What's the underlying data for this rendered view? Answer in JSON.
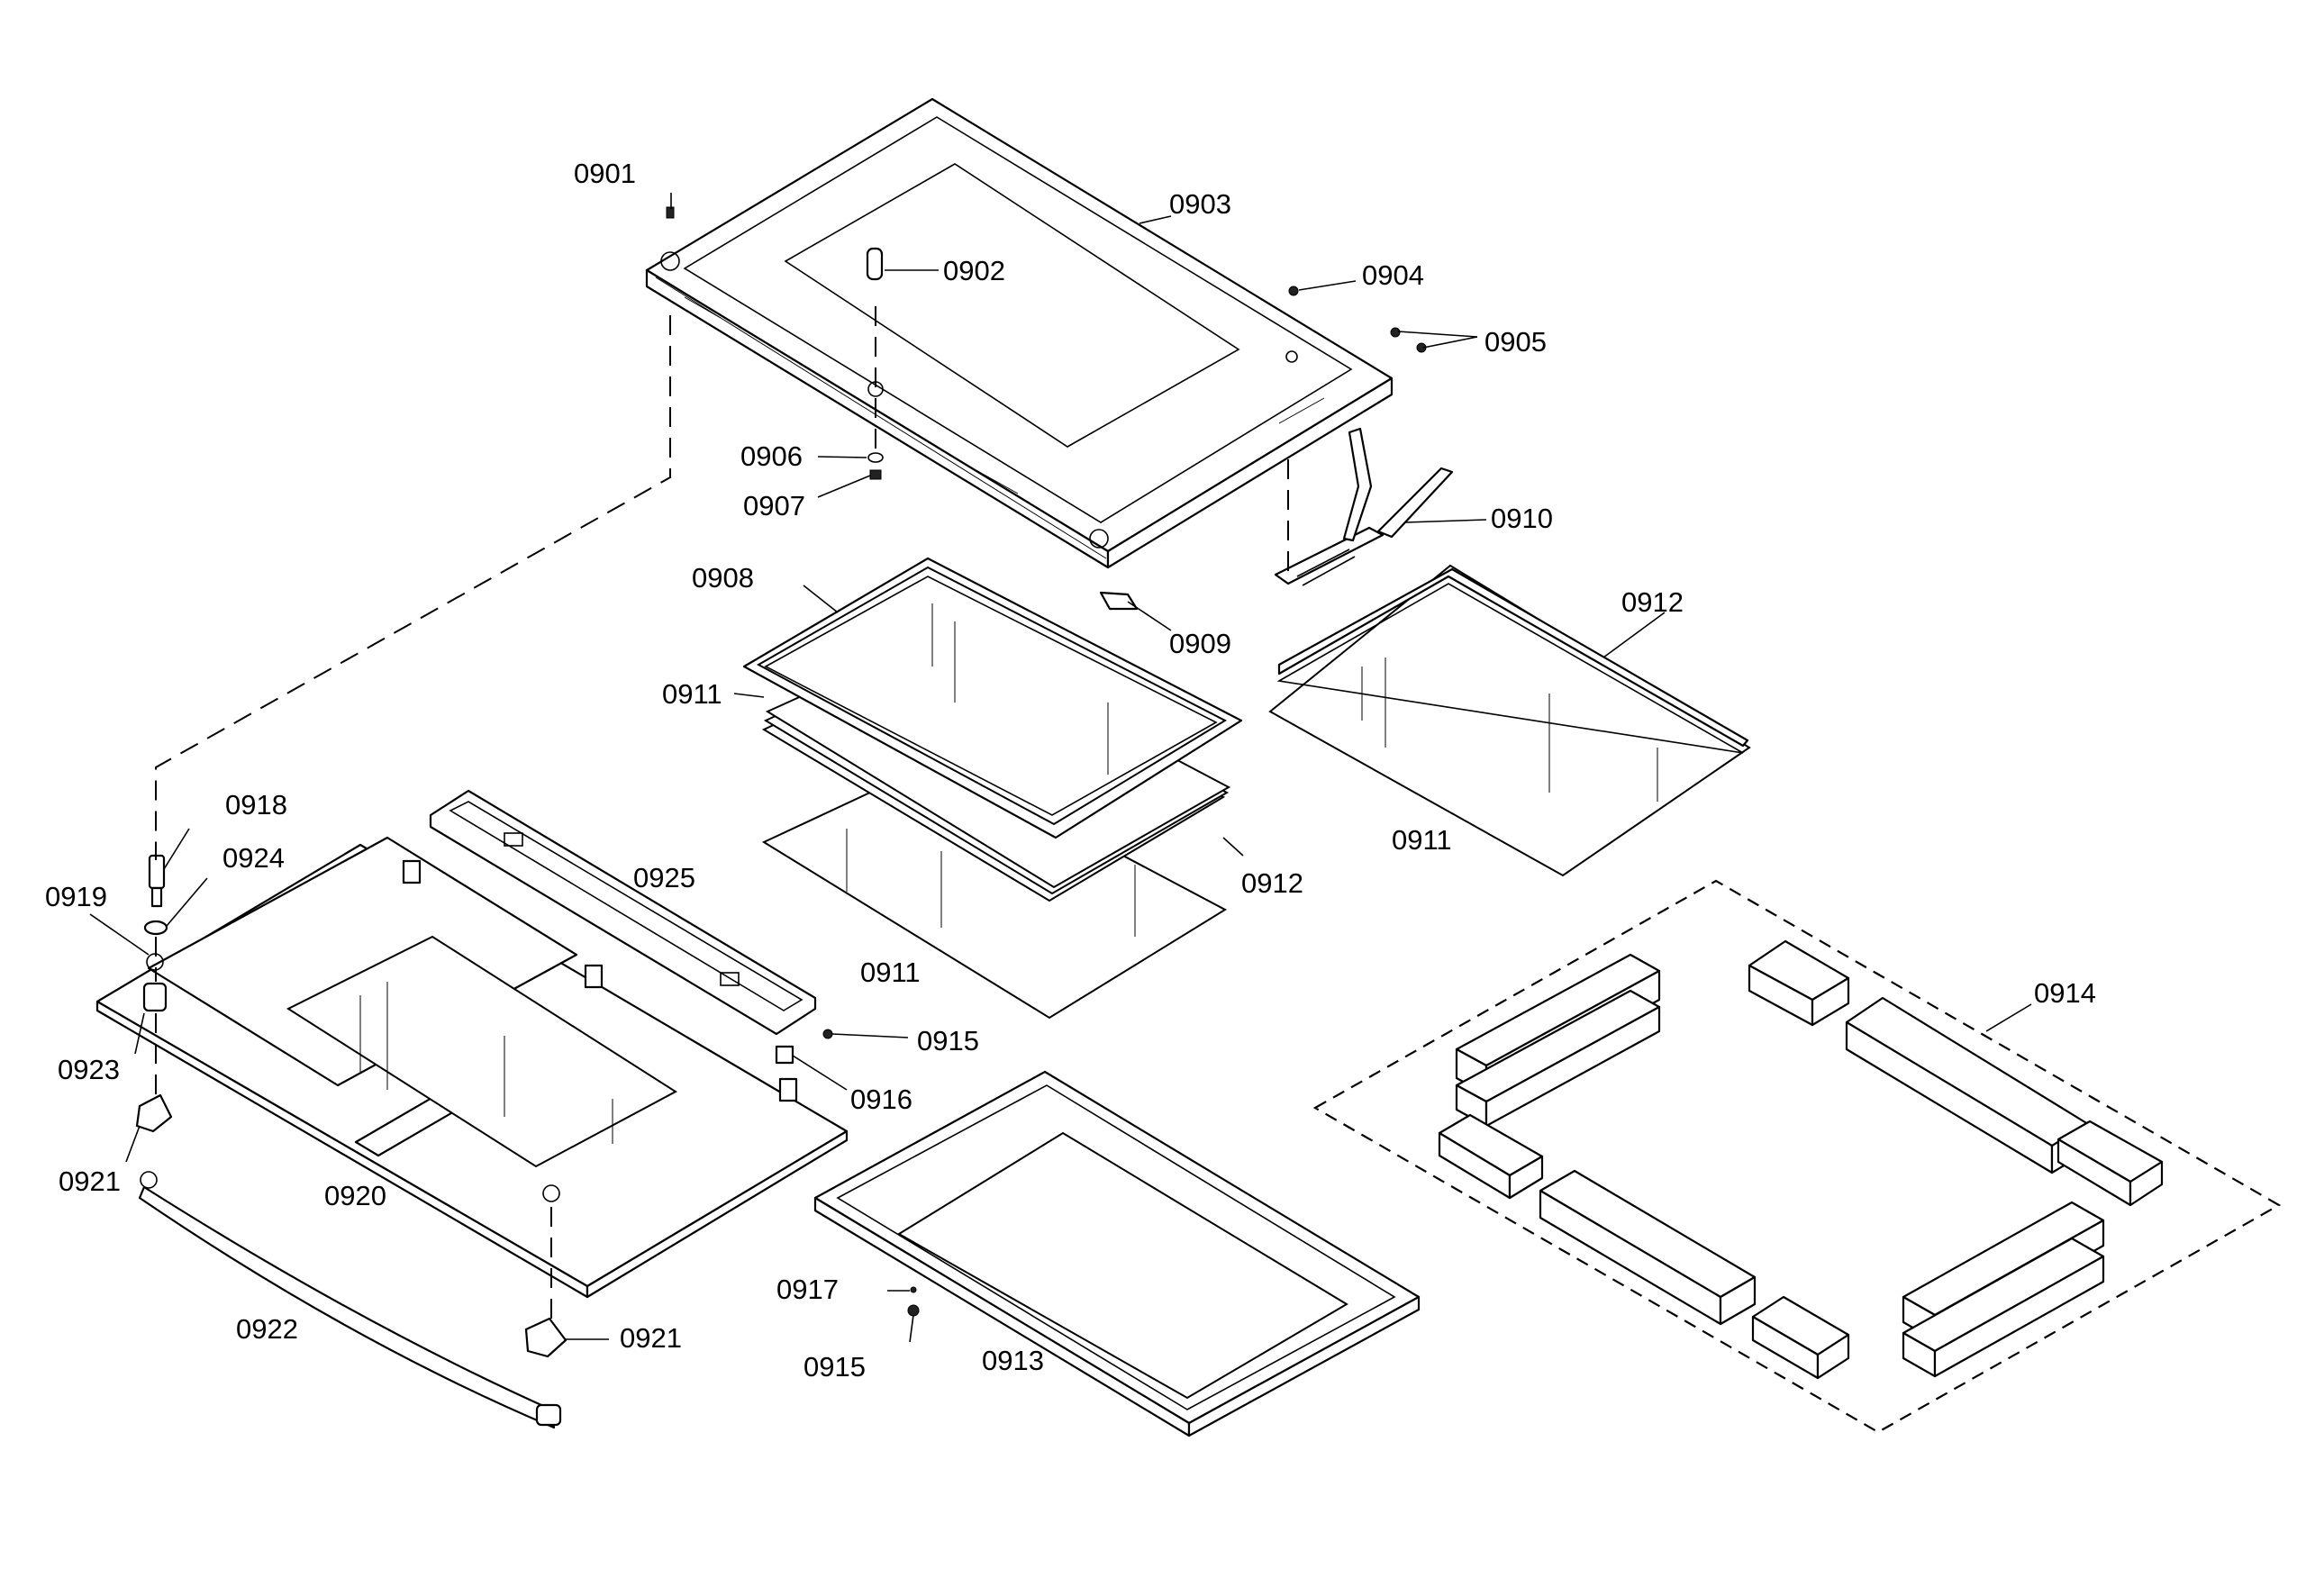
{
  "diagram": {
    "labels": {
      "p0901": "0901",
      "p0902": "0902",
      "p0903": "0903",
      "p0904": "0904",
      "p0905": "0905",
      "p0906": "0906",
      "p0907": "0907",
      "p0908": "0908",
      "p0909": "0909",
      "p0910": "0910",
      "p0911a": "0911",
      "p0911b": "0911",
      "p0911c": "0911",
      "p0912a": "0912",
      "p0912b": "0912",
      "p0913": "0913",
      "p0914": "0914",
      "p0915a": "0915",
      "p0915b": "0915",
      "p0916": "0916",
      "p0917": "0917",
      "p0918": "0918",
      "p0919": "0919",
      "p0920": "0920",
      "p0921a": "0921",
      "p0921b": "0921",
      "p0922": "0922",
      "p0923": "0923",
      "p0924": "0924",
      "p0925": "0925"
    }
  }
}
